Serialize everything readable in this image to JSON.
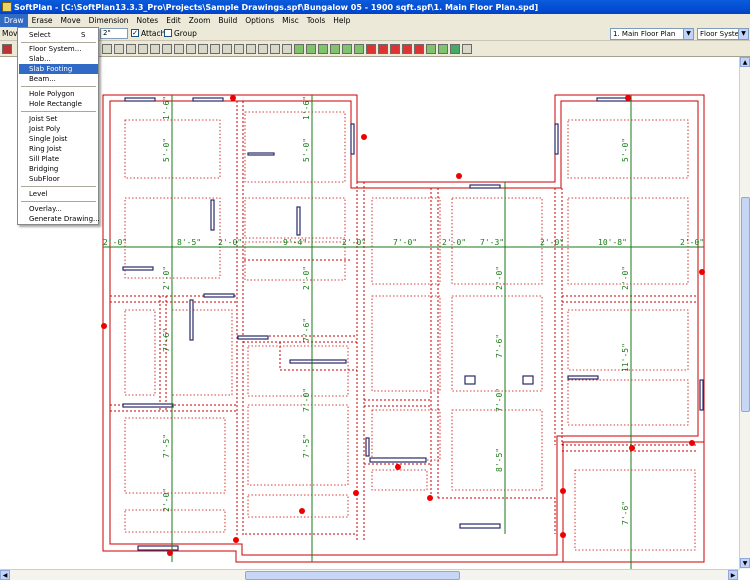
{
  "window": {
    "title": "SoftPlan - [C:\\SoftPlan13.3.3_Pro\\Projects\\Sample Drawings.spf\\Bungalow 05 - 1900 sqft.spf\\1. Main Floor Plan.spd]"
  },
  "menubar": {
    "items": [
      "Draw",
      "Erase",
      "Move",
      "Dimension",
      "Notes",
      "Edit",
      "Zoom",
      "Build",
      "Options",
      "Misc",
      "Tools",
      "Help"
    ]
  },
  "toolbar": {
    "mode_label": "Mov",
    "field_value": "2\"",
    "attach_label": "Attach",
    "attach_checked": "✓",
    "group_label": "Group",
    "view_select": "1. Main Floor Plan",
    "system_select": "Floor System"
  },
  "draw_menu": {
    "items": [
      {
        "label": "Select",
        "shortcut": "S"
      },
      {
        "label": "Floor System..."
      },
      {
        "label": "Slab..."
      },
      {
        "label": "Slab Footing"
      },
      {
        "label": "Beam..."
      },
      {
        "label": "Hole Polygon"
      },
      {
        "label": "Hole Rectangle"
      },
      {
        "label": "Joist Set"
      },
      {
        "label": "Joist Poly"
      },
      {
        "label": "Single Joist"
      },
      {
        "label": "Ring Joist"
      },
      {
        "label": "Sill Plate"
      },
      {
        "label": "Bridging"
      },
      {
        "label": "SubFloor"
      },
      {
        "label": "Level"
      },
      {
        "label": "Overlay..."
      },
      {
        "label": "Generate Drawing..."
      }
    ],
    "highlighted": "Slab Footing"
  },
  "plan": {
    "horizontal_dims": [
      "2'-0\"",
      "8'-5\"",
      "2'-0\"",
      "9'-4\"",
      "2'-0\"",
      "7'-0\"",
      "2'-0\"",
      "7'-3\"",
      "2'-0\"",
      "10'-8\"",
      "2'-0\""
    ],
    "vertical_dims": [
      "5'-0\"",
      "5'-0\"",
      "5'-0\"",
      "7'-6\"",
      "7'-6\"",
      "7'-6\"",
      "7'-5\"",
      "7'-5\"",
      "8'-5\"",
      "7'-6\"",
      "11'-5\"",
      "1'-6\"",
      "1'-6\"",
      "2'-0\"",
      "2'-0\"",
      "2'-0\"",
      "2'-0\"",
      "7'-0\"",
      "7'-0\"",
      "2'-0\""
    ],
    "colors": {
      "wall": "#cc0000",
      "dimension": "#1a7a1a",
      "marker": "#ee0000",
      "beam": "#2a2a6a"
    }
  }
}
